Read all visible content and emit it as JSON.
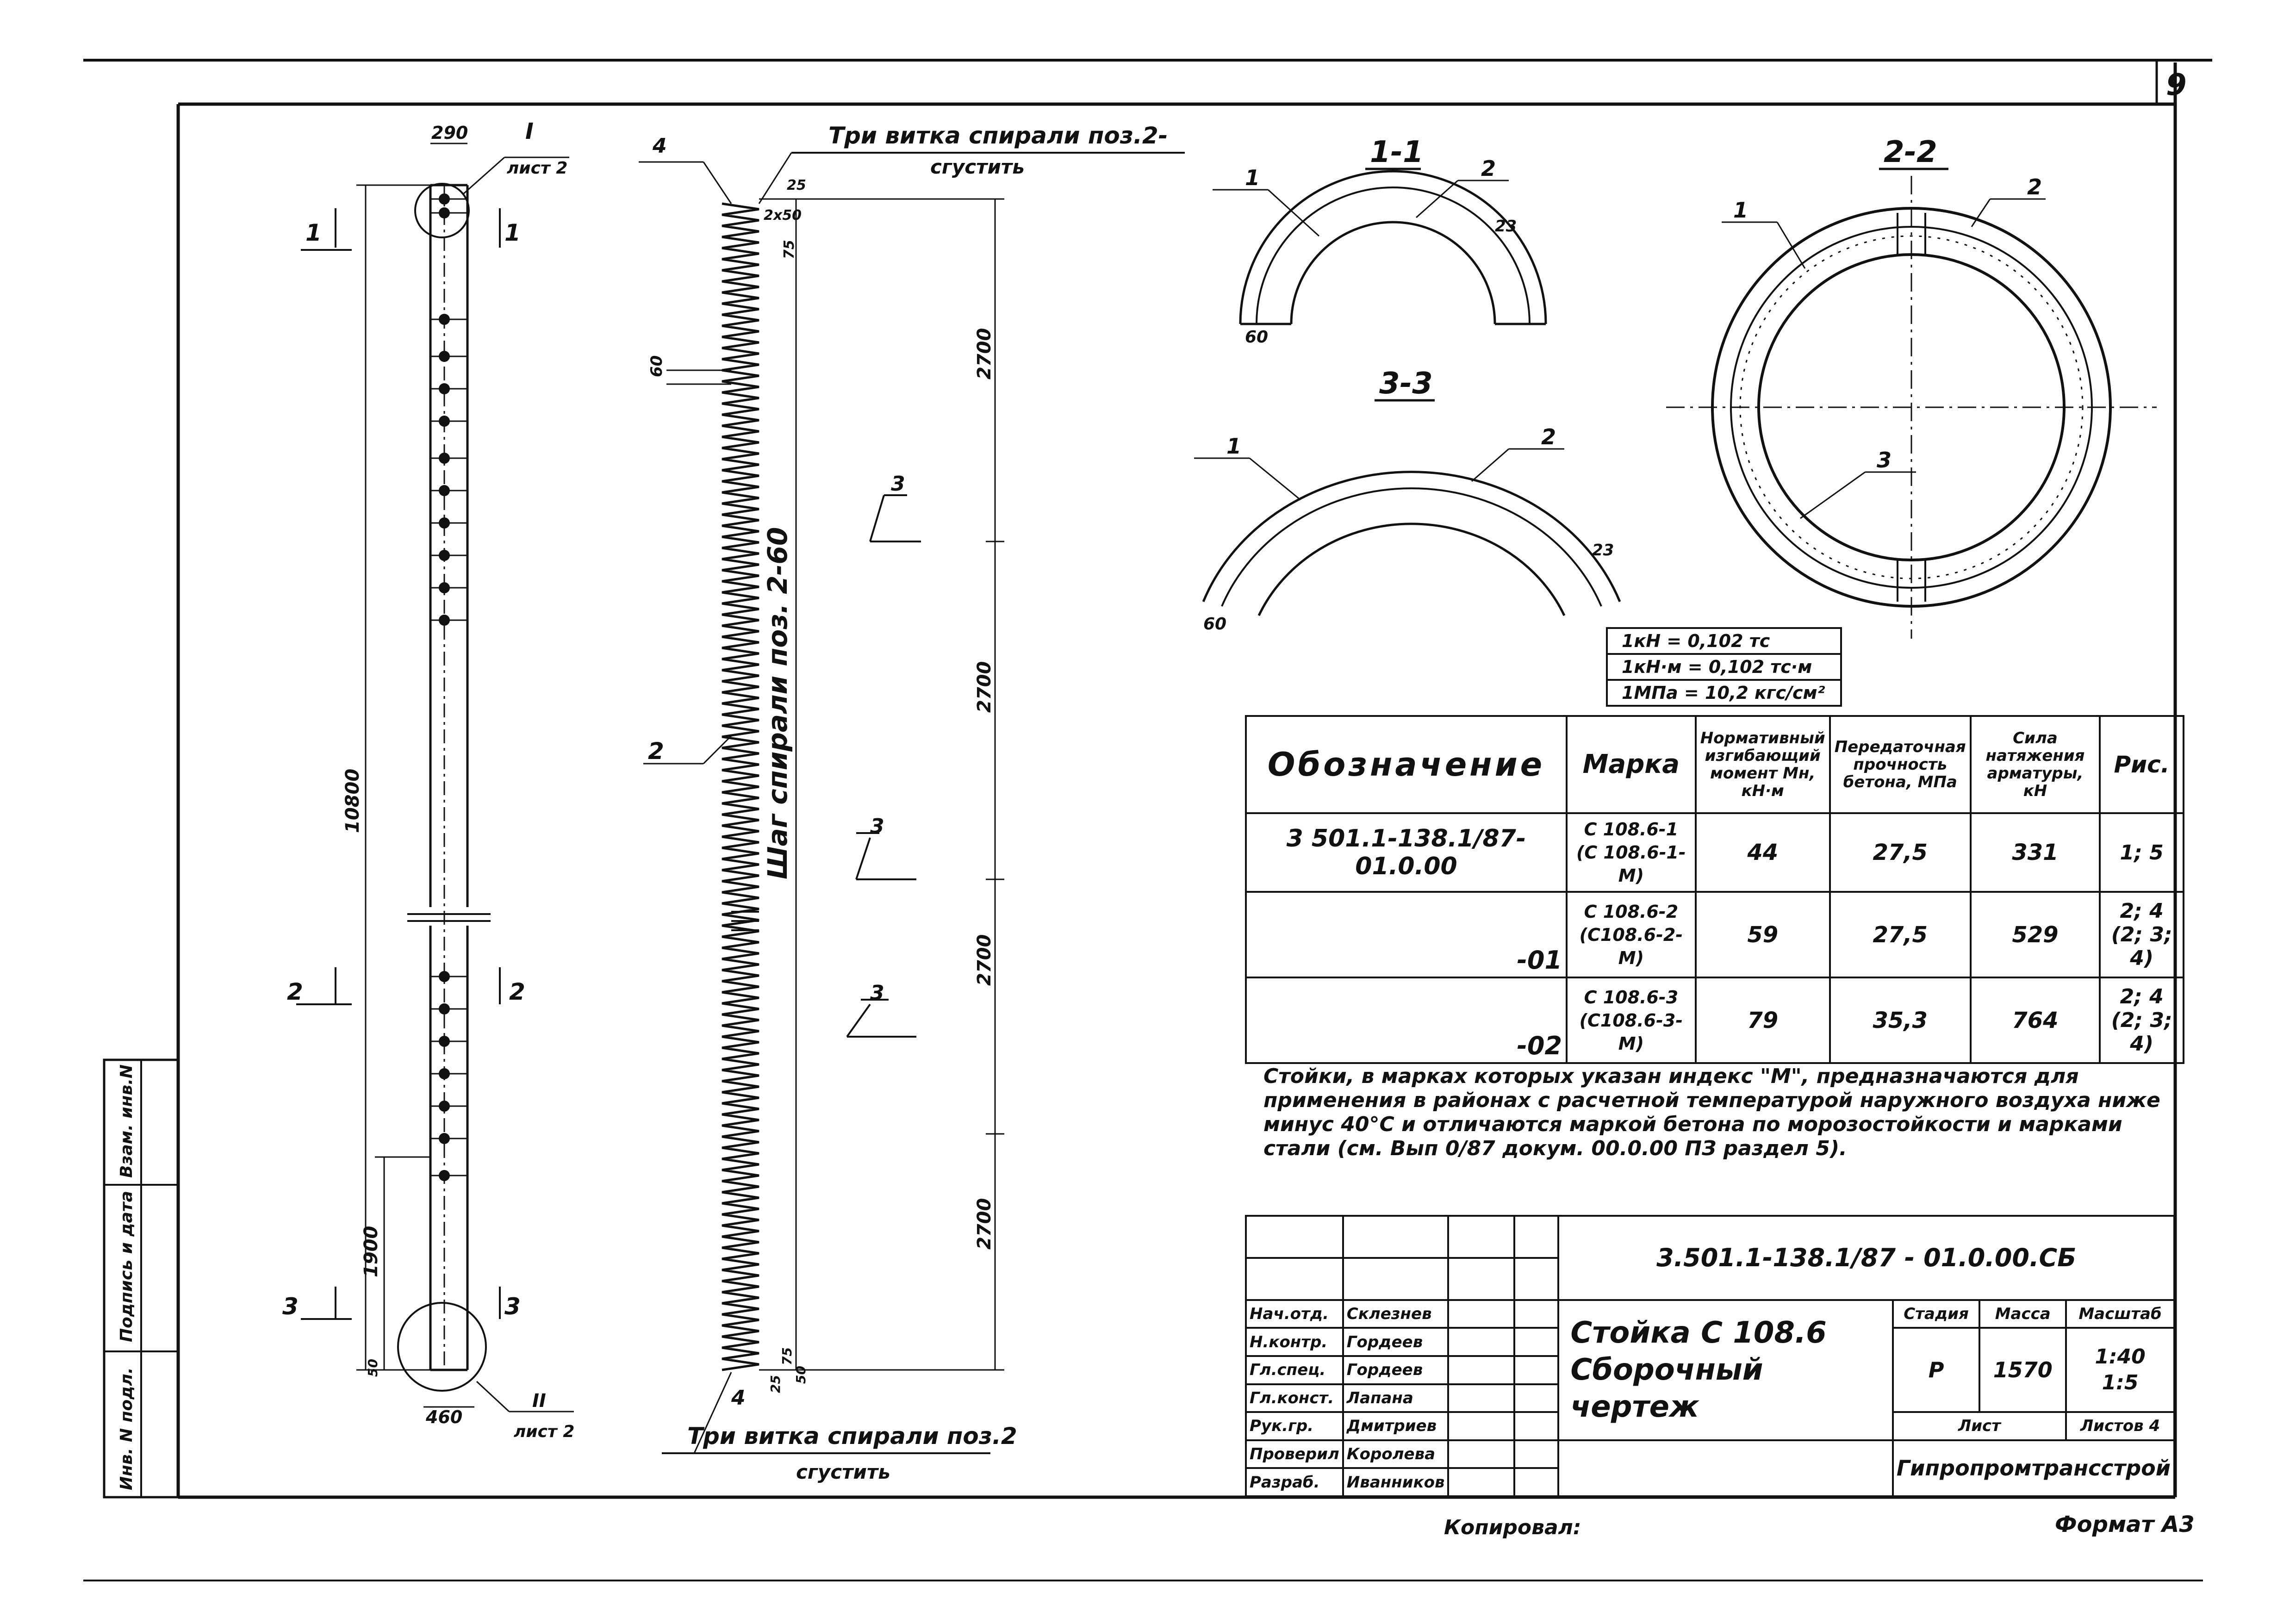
{
  "sheet": {
    "page_number": "9",
    "copied_label": "Копировал:",
    "format_label": "Формат А3"
  },
  "column_drawing": {
    "top_width": "290",
    "bottom_width": "460",
    "total_height": "10800",
    "lower_height": "1900",
    "bottom_offset": "50",
    "ref_top_roman": "I",
    "ref_top_sheet": "лист 2",
    "ref_bottom_roman": "II",
    "ref_bottom_sheet": "лист 2",
    "section_marks": [
      "1",
      "1",
      "2",
      "2",
      "3",
      "3"
    ]
  },
  "spiral_drawing": {
    "note_top_line1": "Три витка спирали поз.2-",
    "note_top_line2": "сгустить",
    "note_bottom_line1": "Три витка спирали поз.2",
    "note_bottom_line2": "сгустить",
    "pos_top": "4",
    "pos_bottom": "4",
    "pos_spiral": "2",
    "pitch_label": "Шаг спирали поз. 2-60",
    "top_dims": [
      "25",
      "2х50",
      "75"
    ],
    "pitch_dim": "60",
    "segment_dims": [
      "2700",
      "2700",
      "2700",
      "2700"
    ],
    "bottom_dims": [
      "75",
      "25",
      "50"
    ],
    "section_cuts": [
      "3",
      "3",
      "3"
    ]
  },
  "sections": {
    "s11": {
      "title": "1-1",
      "labels": [
        "1",
        "2"
      ],
      "dim_thickness": "23",
      "dim_offset": "60"
    },
    "s33": {
      "title": "3-3",
      "labels": [
        "1",
        "2"
      ],
      "dim_thickness": "23",
      "dim_offset": "60"
    },
    "s22": {
      "title": "2-2",
      "labels": [
        "1",
        "2",
        "3"
      ]
    }
  },
  "units": [
    "1кН = 0,102 тс",
    "1кН·м = 0,102 тс·м",
    "1МПа = 10,2 кгс/см²"
  ],
  "spec_table": {
    "headers": [
      "Обозначение",
      "Марка",
      "Нормативный изгибающий момент Мн, кН·м",
      "Передаточная прочность бетона, МПа",
      "Сила натяжения арматуры, кН",
      "Рис."
    ],
    "rows": [
      {
        "designation": "3 501.1-138.1/87-01.0.00",
        "mark1": "С 108.6-1",
        "mark2": "(С 108.6-1-М)",
        "moment": "44",
        "strength": "27,5",
        "force": "331",
        "fig": "1; 5"
      },
      {
        "designation": "-01",
        "mark1": "С 108.6-2",
        "mark2": "(С108.6-2-М)",
        "moment": "59",
        "strength": "27,5",
        "force": "529",
        "fig": "2; 4 (2; 3; 4)"
      },
      {
        "designation": "-02",
        "mark1": "С 108.6-3",
        "mark2": "(С108.6-3-М)",
        "moment": "79",
        "strength": "35,3",
        "force": "764",
        "fig": "2; 4 (2; 3; 4)"
      }
    ]
  },
  "note": "Стойки, в марках которых указан индекс \"М\", предназначаются для применения в районах с расчетной температурой наружного воздуха ниже минус 40°С и отличаются маркой бетона по морозостойкости и марками стали (см. Вып 0/87 докум. 00.0.00 ПЗ раздел 5).",
  "title_block": {
    "doc_code": "3.501.1-138.1/87 - 01.0.00.СБ",
    "title_line1": "Стойка   С 108.6",
    "title_line2": "Сборочный чертеж",
    "stage_header": "Стадия",
    "mass_header": "Масса",
    "scale_header": "Масштаб",
    "stage": "Р",
    "mass": "1570",
    "scale1": "1:40",
    "scale2": "1:5",
    "sheet_label": "Лист",
    "sheets_label": "Листов",
    "sheets_count": "4",
    "organization": "Гипропромтрансстрой",
    "roles": [
      {
        "role": "Нач.отд.",
        "name": "Склезнев"
      },
      {
        "role": "Н.контр.",
        "name": "Гордеев"
      },
      {
        "role": "Гл.спец.",
        "name": "Гордеев"
      },
      {
        "role": "Гл.конст.",
        "name": "Лапана"
      },
      {
        "role": "Рук.гр.",
        "name": "Дмитриев"
      },
      {
        "role": "Проверил",
        "name": "Королева"
      },
      {
        "role": "Разраб.",
        "name": "Иванников"
      }
    ]
  },
  "side_stamp": [
    "Инв. N подл.",
    "Подпись и дата",
    "Взам. инв.N"
  ]
}
